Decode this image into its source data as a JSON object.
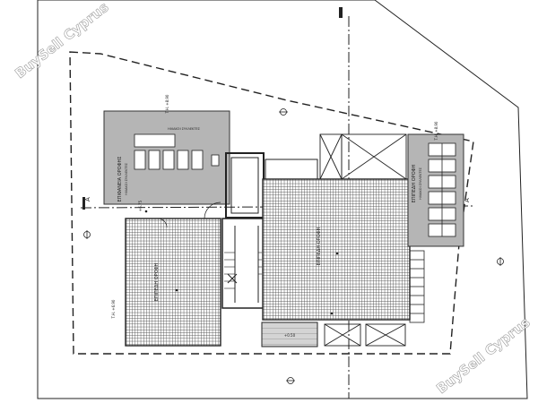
{
  "watermarks": {
    "top_left": "BuySell Cyprus",
    "bottom_right": "BuySell Cyprus"
  },
  "section_markers": {
    "left": "A",
    "right": "A"
  },
  "roofs": {
    "top_left": {
      "title": "ΕΠΙΦΑΝΕΙΑ ΟΡΟΦΗΣ",
      "subtitle": "ΗΛΙΑΚΟΙ ΣΥΛΛΕΚΤΕΣ",
      "panel_label": "ΗΛΙΑΚΟΙ ΣΥΛΛΕΚΤΕΣ"
    },
    "left": {
      "title": "ΕΠΙΠΕΔΗ ΟΡΟΦΗ"
    },
    "center": {
      "title": "ΕΠΙΠΕΔΗ ΟΡΟΦΗ"
    },
    "right": {
      "title": "ΕΠΙΠΕΔΗ ΟΡΟΦΗ",
      "subtitle": "ΗΛΙΑΚΟΙ ΣΥΛΛΕΚΤΕΣ"
    }
  },
  "levels": {
    "top_left_roof": "T.H. +8.90",
    "left_roof_top": "+6.75",
    "left_roof_side": "T.H. +6.90",
    "right_roof": "T.H. +8.90",
    "bottom_slab": "+0.50"
  },
  "colors": {
    "line": "#222222",
    "hatch": "#555555",
    "roof_fill": "#b5b5b5"
  }
}
